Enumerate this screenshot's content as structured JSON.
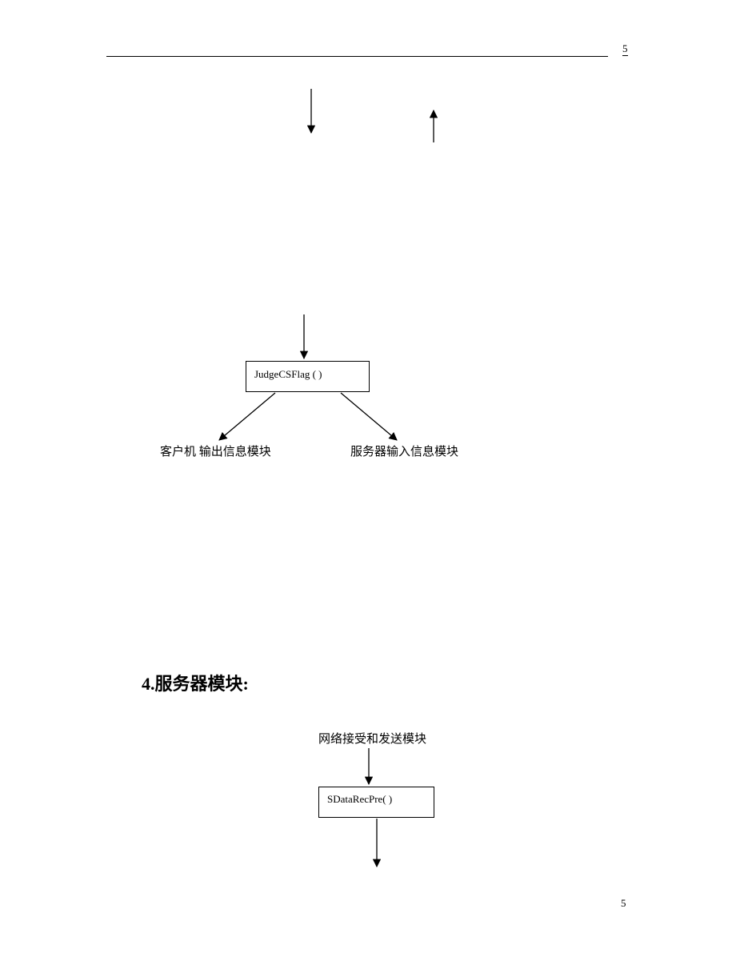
{
  "header": {
    "page_number": "5"
  },
  "footer": {
    "page_number": "5"
  },
  "diagram1": {
    "box_label": "JudgeCSFlag ( )",
    "left_target": "客户机 输出信息模块",
    "right_target": "服务器输入信息模块"
  },
  "section": {
    "heading": "4.服务器模块:"
  },
  "diagram2": {
    "source_label": "网络接受和发送模块",
    "box_label": "SDataRecPre( )"
  }
}
